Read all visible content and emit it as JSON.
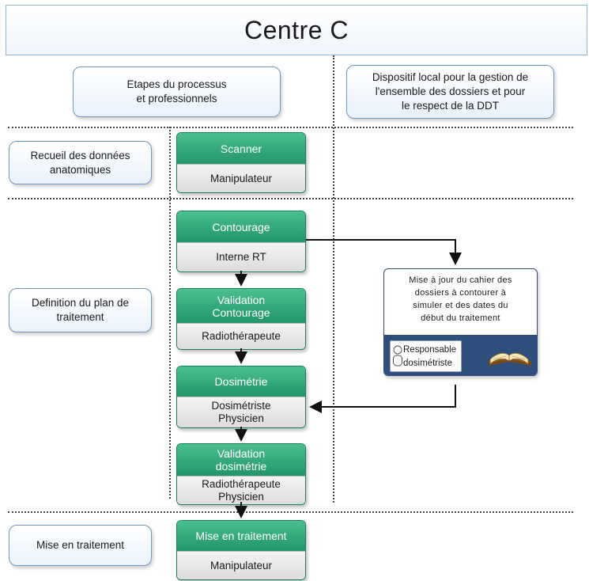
{
  "title": "Centre C",
  "headers": {
    "left": [
      "Etapes du processus",
      "et professionnels"
    ],
    "right": [
      "Dispositif local pour la gestion de",
      "l'ensemble des dossiers et pour",
      "le respect de la DDT"
    ]
  },
  "phases": [
    {
      "label": [
        "Recueil des données",
        "anatomiques"
      ]
    },
    {
      "label": [
        "Definition du plan de",
        "traitement"
      ]
    },
    {
      "label": [
        "Mise en traitement"
      ]
    }
  ],
  "steps": [
    {
      "name": [
        "Scanner"
      ],
      "role": [
        "Manipulateur"
      ]
    },
    {
      "name": [
        "Contourage"
      ],
      "role": [
        "Interne RT"
      ]
    },
    {
      "name": [
        "Validation",
        "Contourage"
      ],
      "role": [
        "Radiothérapeute"
      ]
    },
    {
      "name": [
        "Dosimétrie"
      ],
      "role": [
        "Dosimétriste",
        "Physicien"
      ]
    },
    {
      "name": [
        "Validation",
        "dosimétrie"
      ],
      "role": [
        "Radiothérapeute",
        "Physicien"
      ]
    },
    {
      "name": [
        "Mise en traitement"
      ],
      "role": [
        "Manipulateur"
      ]
    }
  ],
  "local_device": {
    "text": [
      "Mise à jour du cahier des",
      "dossiers à contourer à",
      "simuler et des dates du",
      "début du traitement"
    ],
    "responsible": [
      "Responsable",
      "dosimétriste"
    ],
    "icons": [
      "person-icon",
      "book-icon"
    ]
  },
  "colors": {
    "step_header": "#2ea87a",
    "step_body": "#e6e6e6",
    "header_border": "#6f97c4",
    "local_band": "#2e4e7c"
  }
}
